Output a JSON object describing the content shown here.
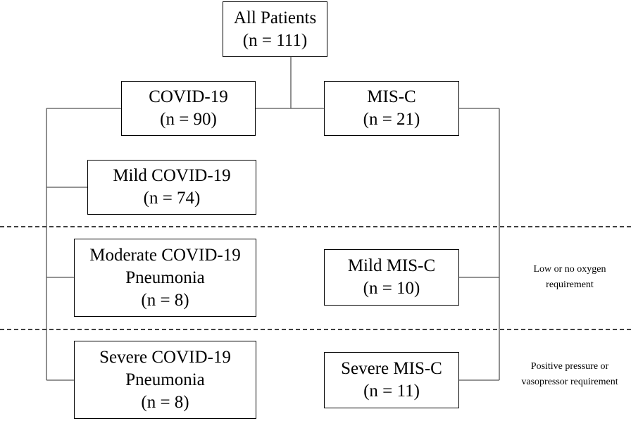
{
  "nodes": {
    "all": {
      "lines": [
        "All Patients",
        "(n = 111)"
      ]
    },
    "covid": {
      "lines": [
        "COVID-19",
        "(n = 90)"
      ]
    },
    "misc": {
      "lines": [
        "MIS-C",
        "(n = 21)"
      ]
    },
    "mild_covid": {
      "lines": [
        "Mild COVID-19",
        "(n = 74)"
      ]
    },
    "moderate_covid": {
      "lines": [
        "Moderate COVID-19",
        "Pneumonia",
        "(n = 8)"
      ]
    },
    "mild_misc": {
      "lines": [
        "Mild MIS-C",
        "(n = 10)"
      ]
    },
    "severe_covid": {
      "lines": [
        "Severe COVID-19",
        "Pneumonia",
        "(n = 8)"
      ]
    },
    "severe_misc": {
      "lines": [
        "Severe MIS-C",
        "(n = 11)"
      ]
    }
  },
  "notes": {
    "tier2": [
      "Low or no oxygen",
      "requirement"
    ],
    "tier3": [
      "Positive pressure or",
      "vasopressor requirement"
    ]
  }
}
